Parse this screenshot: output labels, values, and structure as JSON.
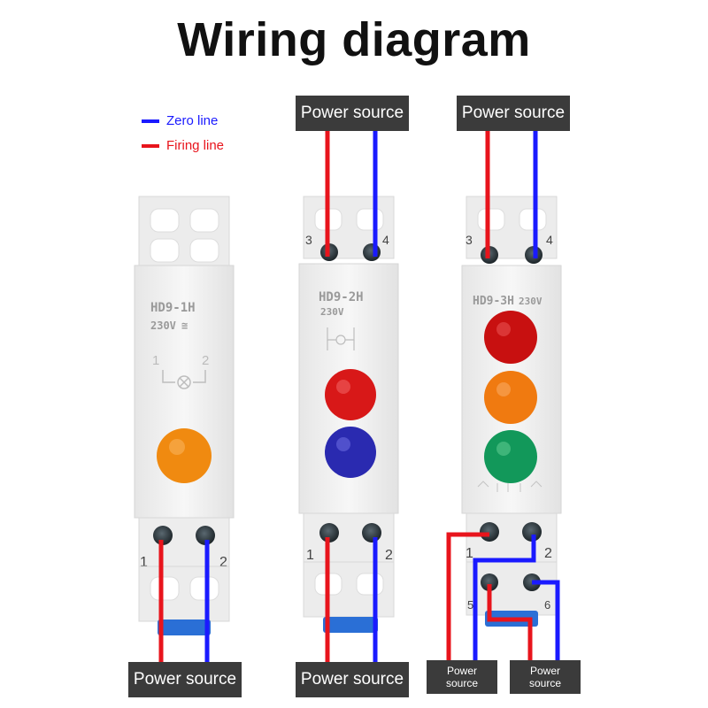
{
  "title": "Wiring diagram",
  "legend": [
    {
      "label": "Zero line",
      "color": "#1a1aff"
    },
    {
      "label": "Firing line",
      "color": "#e8141c"
    }
  ],
  "power_source_label": "Power source",
  "power_source_small": [
    "Power",
    "source"
  ],
  "modules": [
    {
      "model": "HD9-1H",
      "voltage": "230V",
      "lights": [
        "#f08a10"
      ],
      "terminals_top": [
        "",
        ""
      ],
      "terminals_bottom": [
        "1",
        "2"
      ]
    },
    {
      "model": "HD9-2H",
      "voltage": "230V",
      "lights": [
        "#d81818",
        "#2a2ab0"
      ],
      "terminals_top": [
        "3",
        "4"
      ],
      "terminals_bottom": [
        "1",
        "2"
      ]
    },
    {
      "model": "HD9-3H",
      "voltage": "230V",
      "lights": [
        "#c81010",
        "#f07a10",
        "#12985a"
      ],
      "terminals_top": [
        "3",
        "4"
      ],
      "terminals_bottom": [
        "1",
        "2",
        "5",
        "6"
      ]
    }
  ],
  "colors": {
    "zero": "#1a1aff",
    "firing": "#e8141c",
    "label_bg": "#3b3b3b",
    "body": "#f4f4f4"
  }
}
